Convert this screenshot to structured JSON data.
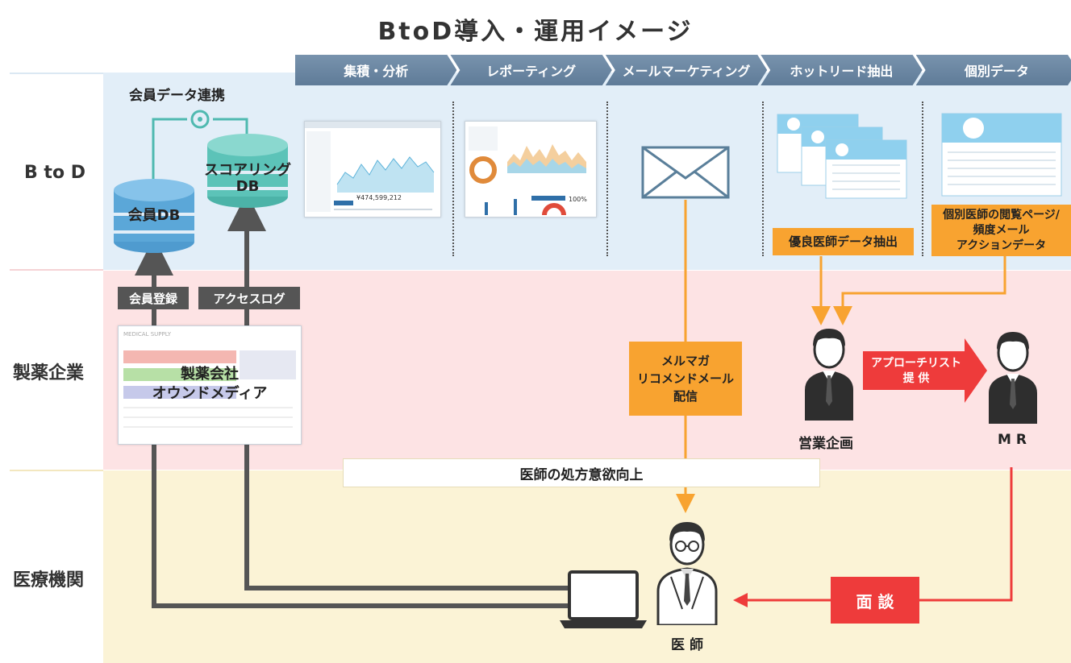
{
  "title": "BtoD導入・運用イメージ",
  "lanes": {
    "btod": "B to D",
    "pharma": "製薬企業",
    "medical": "医療機関"
  },
  "steps": [
    "集積・分析",
    "レポーティング",
    "メールマーケティング",
    "ホットリード抽出",
    "個別データ"
  ],
  "databases": {
    "link_label": "会員データ連携",
    "member_db": "会員DB",
    "scoring_db_line1": "スコアリング",
    "scoring_db_line2": "DB"
  },
  "dashboard": {
    "value1": "¥474,599,212",
    "value2": "100%"
  },
  "tags": {
    "member_registration": "会員登録",
    "access_log": "アクセスログ"
  },
  "owned_media": {
    "line1": "製薬会社",
    "line2": "オウンドメディア",
    "header": "MEDICAL SUPPLY"
  },
  "boxes": {
    "excellent_doctor": "優良医師データ抽出",
    "individual_line1": "個別医師の閲覧ページ/",
    "individual_line2": "頻度メール",
    "individual_line3": "アクションデータ",
    "mail_line1": "メルマガ",
    "mail_line2": "リコメンドメール",
    "mail_line3": "配信",
    "motivation": "医師の処方意欲向上",
    "approach_line1": "アプローチリスト",
    "approach_line2": "提 供",
    "interview": "面 談"
  },
  "people": {
    "sales_planning": "営業企画",
    "mr": "M R",
    "doctor": "医 師"
  },
  "colors": {
    "stepbar": "#6a86a2",
    "orange": "#f8a330",
    "red": "#ee3b3b",
    "teal_db": "#5cc3b8",
    "blue_db": "#5ba7d8",
    "gray_line": "#555555"
  }
}
